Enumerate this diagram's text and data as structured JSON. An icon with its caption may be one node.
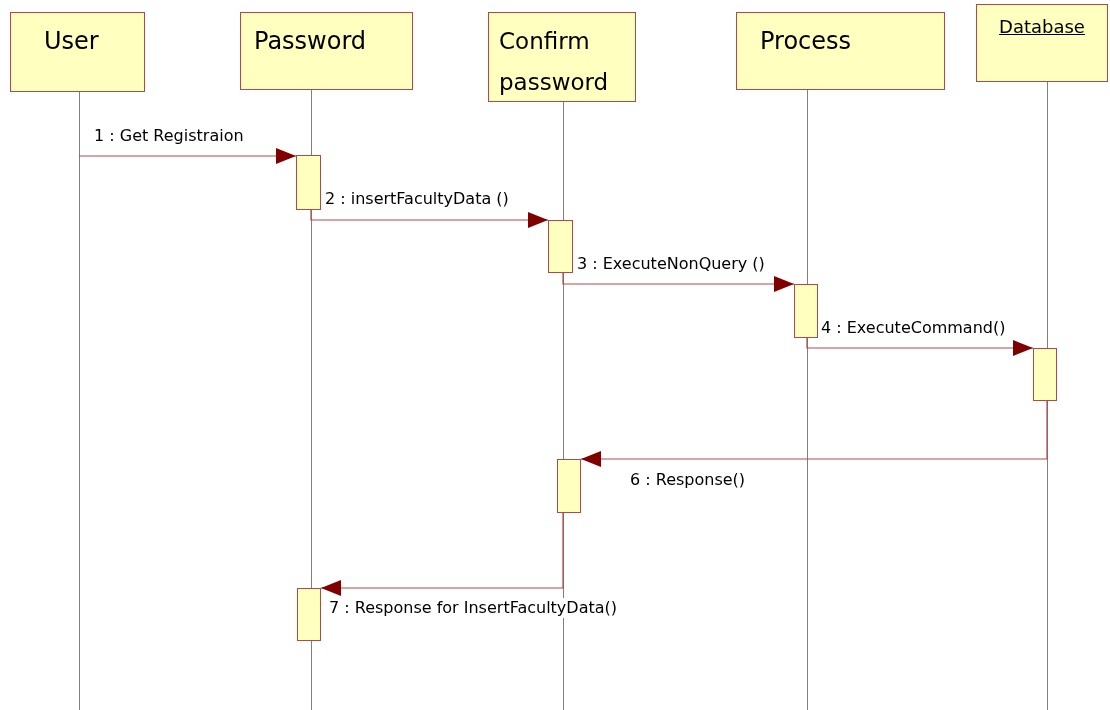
{
  "diagram": {
    "nodes": [
      {
        "text": [
          "User"
        ]
      },
      {
        "text": [
          "Password"
        ]
      },
      {
        "text": [
          "Confirm password"
        ]
      },
      {
        "text": [
          "Process"
        ]
      },
      {
        "text": [
          "Database"
        ]
      },
      {
        "text": [],
        "shape": "bar",
        "in": 1
      },
      {
        "text": [],
        "shape": "bar",
        "in": 2
      },
      {
        "text": [],
        "shape": "bar",
        "in": 3
      },
      {
        "text": [],
        "shape": "bar",
        "in": 4
      },
      {
        "text": [],
        "shape": "bar",
        "in": 2
      },
      {
        "text": [],
        "shape": "bar",
        "in": 1
      }
    ],
    "edges": [
      {
        "from": 0,
        "to": 5,
        "arrow": "to",
        "label": "1 : Get Registraion"
      },
      {
        "from": 5,
        "to": 6,
        "arrow": "to",
        "label": "2 : insertFacultyData ()"
      },
      {
        "from": 6,
        "to": 7,
        "arrow": "to",
        "label": "3 : ExecuteNonQuery ()"
      },
      {
        "from": 7,
        "to": 8,
        "arrow": "to",
        "label": "4 : ExecuteCommand()"
      },
      {
        "from": 8,
        "to": 9,
        "arrow": "to",
        "label": "6 : Response()"
      },
      {
        "from": 9,
        "to": 10,
        "arrow": "to",
        "label": "7 : Response for InsertFacultyData()"
      }
    ]
  }
}
